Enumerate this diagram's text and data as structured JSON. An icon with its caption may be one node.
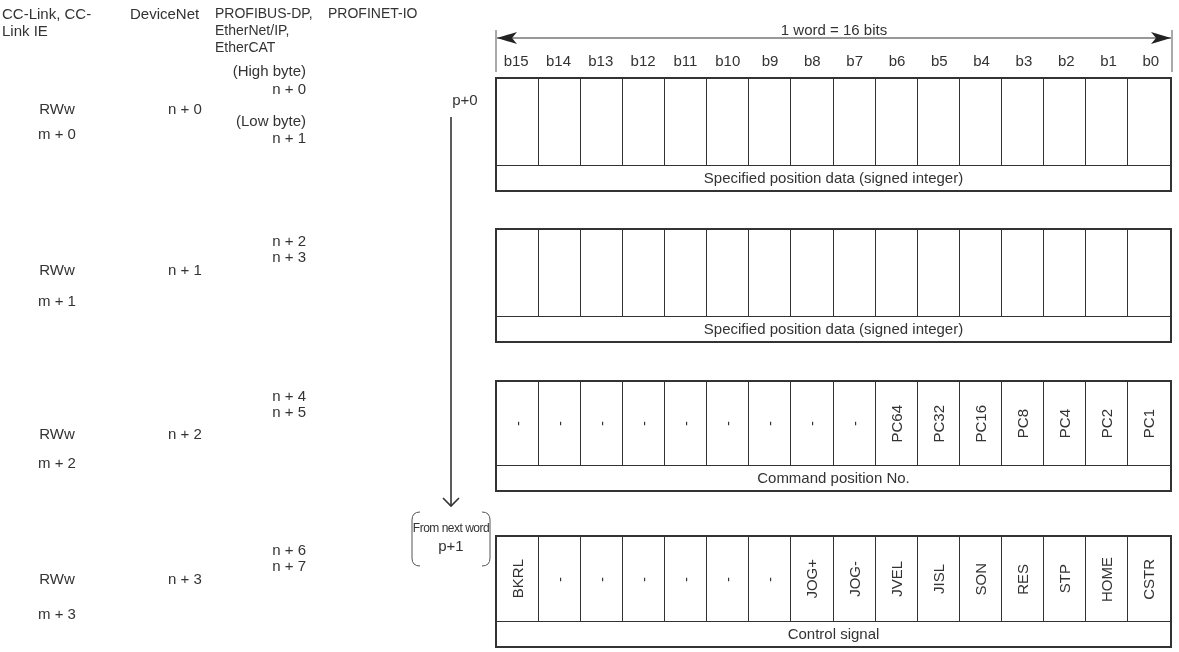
{
  "diagram": {
    "nodes": [
      {
        "text": [
          "p+0"
        ]
      },
      {
        "text": [
          "From next word",
          "p+1"
        ]
      }
    ],
    "edges": [
      {
        "from": 0,
        "to": 1,
        "arrow": "to"
      }
    ],
    "labels": [
      "CC-Link, CC-Link IE",
      "DeviceNet",
      "PROFIBUS-DP, EtherNet/IP, EtherCAT",
      "PROFINET-IO",
      "1 word = 16 bits",
      "b15",
      "b14",
      "b13",
      "b12",
      "b11",
      "b10",
      "b9",
      "b8",
      "b7",
      "b6",
      "b5",
      "b4",
      "b3",
      "b2",
      "b1",
      "b0",
      "(High byte)",
      "n + 0",
      "RWw",
      "n + 0",
      "m + 0",
      "(Low byte)",
      "n + 1",
      "Specified position data (signed integer)",
      "n + 2",
      "n + 3",
      "RWw",
      "n + 1",
      "m + 1",
      "Specified position data (signed integer)",
      "n + 4",
      "n + 5",
      "RWw",
      "n + 2",
      "m + 2",
      "-",
      "-",
      "-",
      "-",
      "-",
      "-",
      "-",
      "-",
      "-",
      "PC64",
      "PC32",
      "PC16",
      "PC8",
      "PC4",
      "PC2",
      "PC1",
      "Command position No.",
      "n + 6",
      "n + 7",
      "RWw",
      "n + 3",
      "m + 3",
      "BKRL",
      "-",
      "-",
      "-",
      "-",
      "-",
      "-",
      "JOG+",
      "JOG-",
      "JVEL",
      "JISL",
      "SON",
      "RES",
      "STP",
      "HOME",
      "CSTR",
      "Control signal"
    ]
  }
}
